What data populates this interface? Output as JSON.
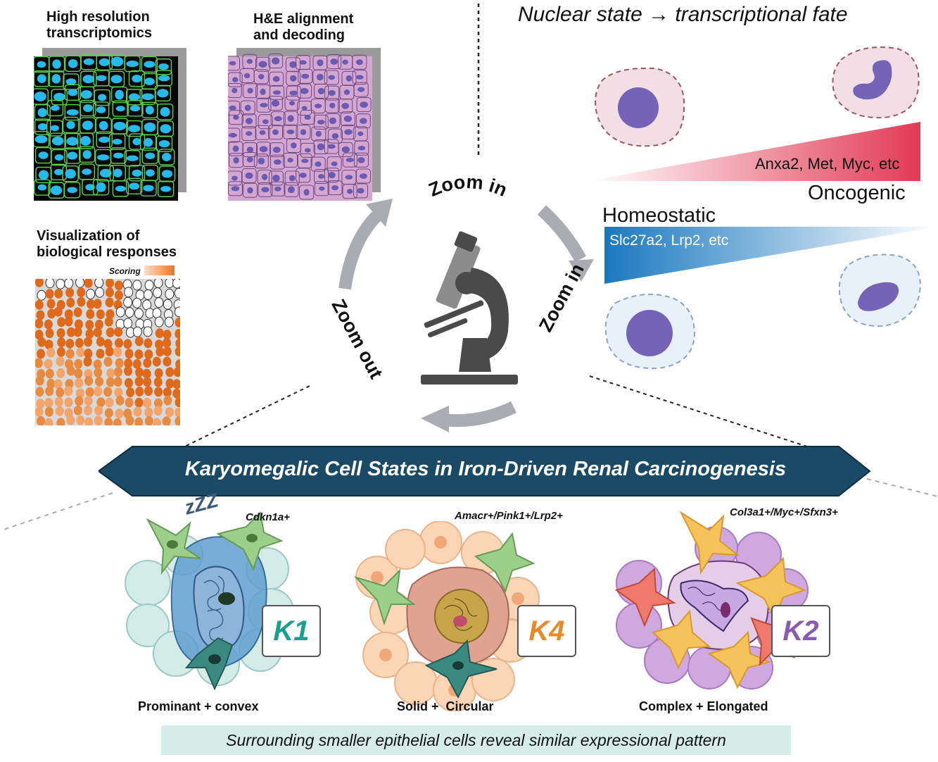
{
  "panels": {
    "transcriptomics": {
      "line1": "High resolution",
      "line2": "transcriptomics"
    },
    "he": {
      "line1": "H&E alignment",
      "line2": "and decoding"
    },
    "visualization": {
      "line1": "Visualization of",
      "line2": "biological responses",
      "legend": "Scoring"
    }
  },
  "cycle": {
    "zoom_in_top": "Zoom in",
    "zoom_in_right": "Zoom in",
    "zoom_out": "Zoom out"
  },
  "fate": {
    "title": "Nuclear state → transcriptional fate",
    "oncogenic_label": "Oncogenic",
    "oncogenic_genes": "Anxa2, Met, Myc, etc",
    "homeostatic_label": "Homeostatic",
    "homeostatic_genes": "Slc27a2, Lrp2, etc"
  },
  "banner": {
    "title": "Karyomegalic Cell States in Iron-Driven Renal Carcinogenesis"
  },
  "states": [
    {
      "code": "K1",
      "markers": "Cdkn1a+",
      "description": "Prominant + convex",
      "color": "#1a9e8f"
    },
    {
      "code": "K4",
      "markers": "Amacr+/Pink1+/Lrp2+",
      "description": "Solid +  Circular",
      "color": "#e8892a"
    },
    {
      "code": "K2",
      "markers": "Col3a1+/Myc+/Sfxn3+",
      "description": "Complex + Elongated",
      "color": "#8a5cb0"
    }
  ],
  "sleep_mark": "zZZ",
  "footer": {
    "note": "Surrounding smaller epithelial cells reveal similar expressional pattern"
  },
  "colors": {
    "banner": "#1b4a66",
    "nucleus": "#7563b8",
    "oncogenic": "#e23a55",
    "homeostatic": "#1a78bf",
    "scoring": "#e8762a"
  }
}
